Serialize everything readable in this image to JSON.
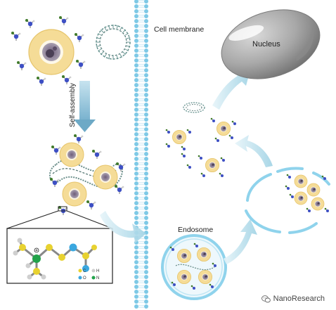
{
  "labels": {
    "self_assembly": "Self-assembly",
    "cell_membrane": "Cell membrane",
    "nucleus": "Nucleus",
    "endosome": "Endosome"
  },
  "legend": {
    "carbon": "C",
    "hydrogen": "H",
    "oxygen": "O",
    "nitrogen": "N"
  },
  "watermark": "NanoResearch",
  "colors": {
    "shell": "#f5dc97",
    "shell_edge": "#e6c46a",
    "arrow": "#a9d8e6",
    "membrane": "#7ec9e6",
    "endosome": "#8fd3ec",
    "nucleus": "#a6a6a6",
    "carbon": "#e8d230",
    "nitrogen": "#22a34a",
    "oxygen": "#3aa7df",
    "hydrogen": "#cfcfcf"
  },
  "icons": [
    "arrow-down-icon",
    "arrow-right-icon",
    "arrow-up-icon",
    "wechat-icon"
  ]
}
